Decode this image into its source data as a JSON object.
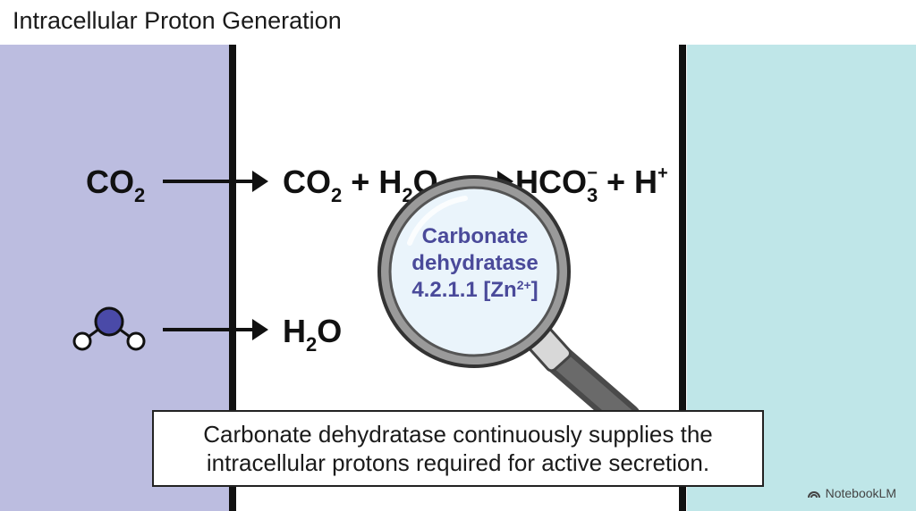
{
  "title": "Intracellular Proton Generation",
  "colors": {
    "left_compartment": "#bcbde0",
    "right_compartment": "#bfe6e8",
    "lens_text": "#4a4a9a",
    "molecule_center": "#4a4aa8"
  },
  "reactions": {
    "row1": {
      "input": {
        "base": "CO",
        "sub": "2"
      },
      "reactants": [
        {
          "base": "CO",
          "sub": "2"
        },
        {
          "plus": "+"
        },
        {
          "base": "H",
          "sub": "2",
          "tail": "O"
        }
      ],
      "products": [
        {
          "base": "HCO",
          "sub": "3",
          "sup": "−"
        },
        {
          "plus": "+"
        },
        {
          "base": "H",
          "sup": "+"
        }
      ]
    },
    "row2": {
      "input_icon": "water-molecule-icon",
      "output": {
        "base": "H",
        "sub": "2",
        "tail": "O"
      }
    }
  },
  "lens": {
    "line1": "Carbonate",
    "line2": "dehydratase",
    "line3_base": "4.2.1.1 [Zn",
    "line3_sup": "2+",
    "line3_tail": "]"
  },
  "caption": {
    "line1": "Carbonate dehydratase continuously supplies the",
    "line2": "intracellular protons required for active secretion."
  },
  "brand": {
    "icon": "notebooklm-logo-icon",
    "label": "NotebookLM"
  }
}
